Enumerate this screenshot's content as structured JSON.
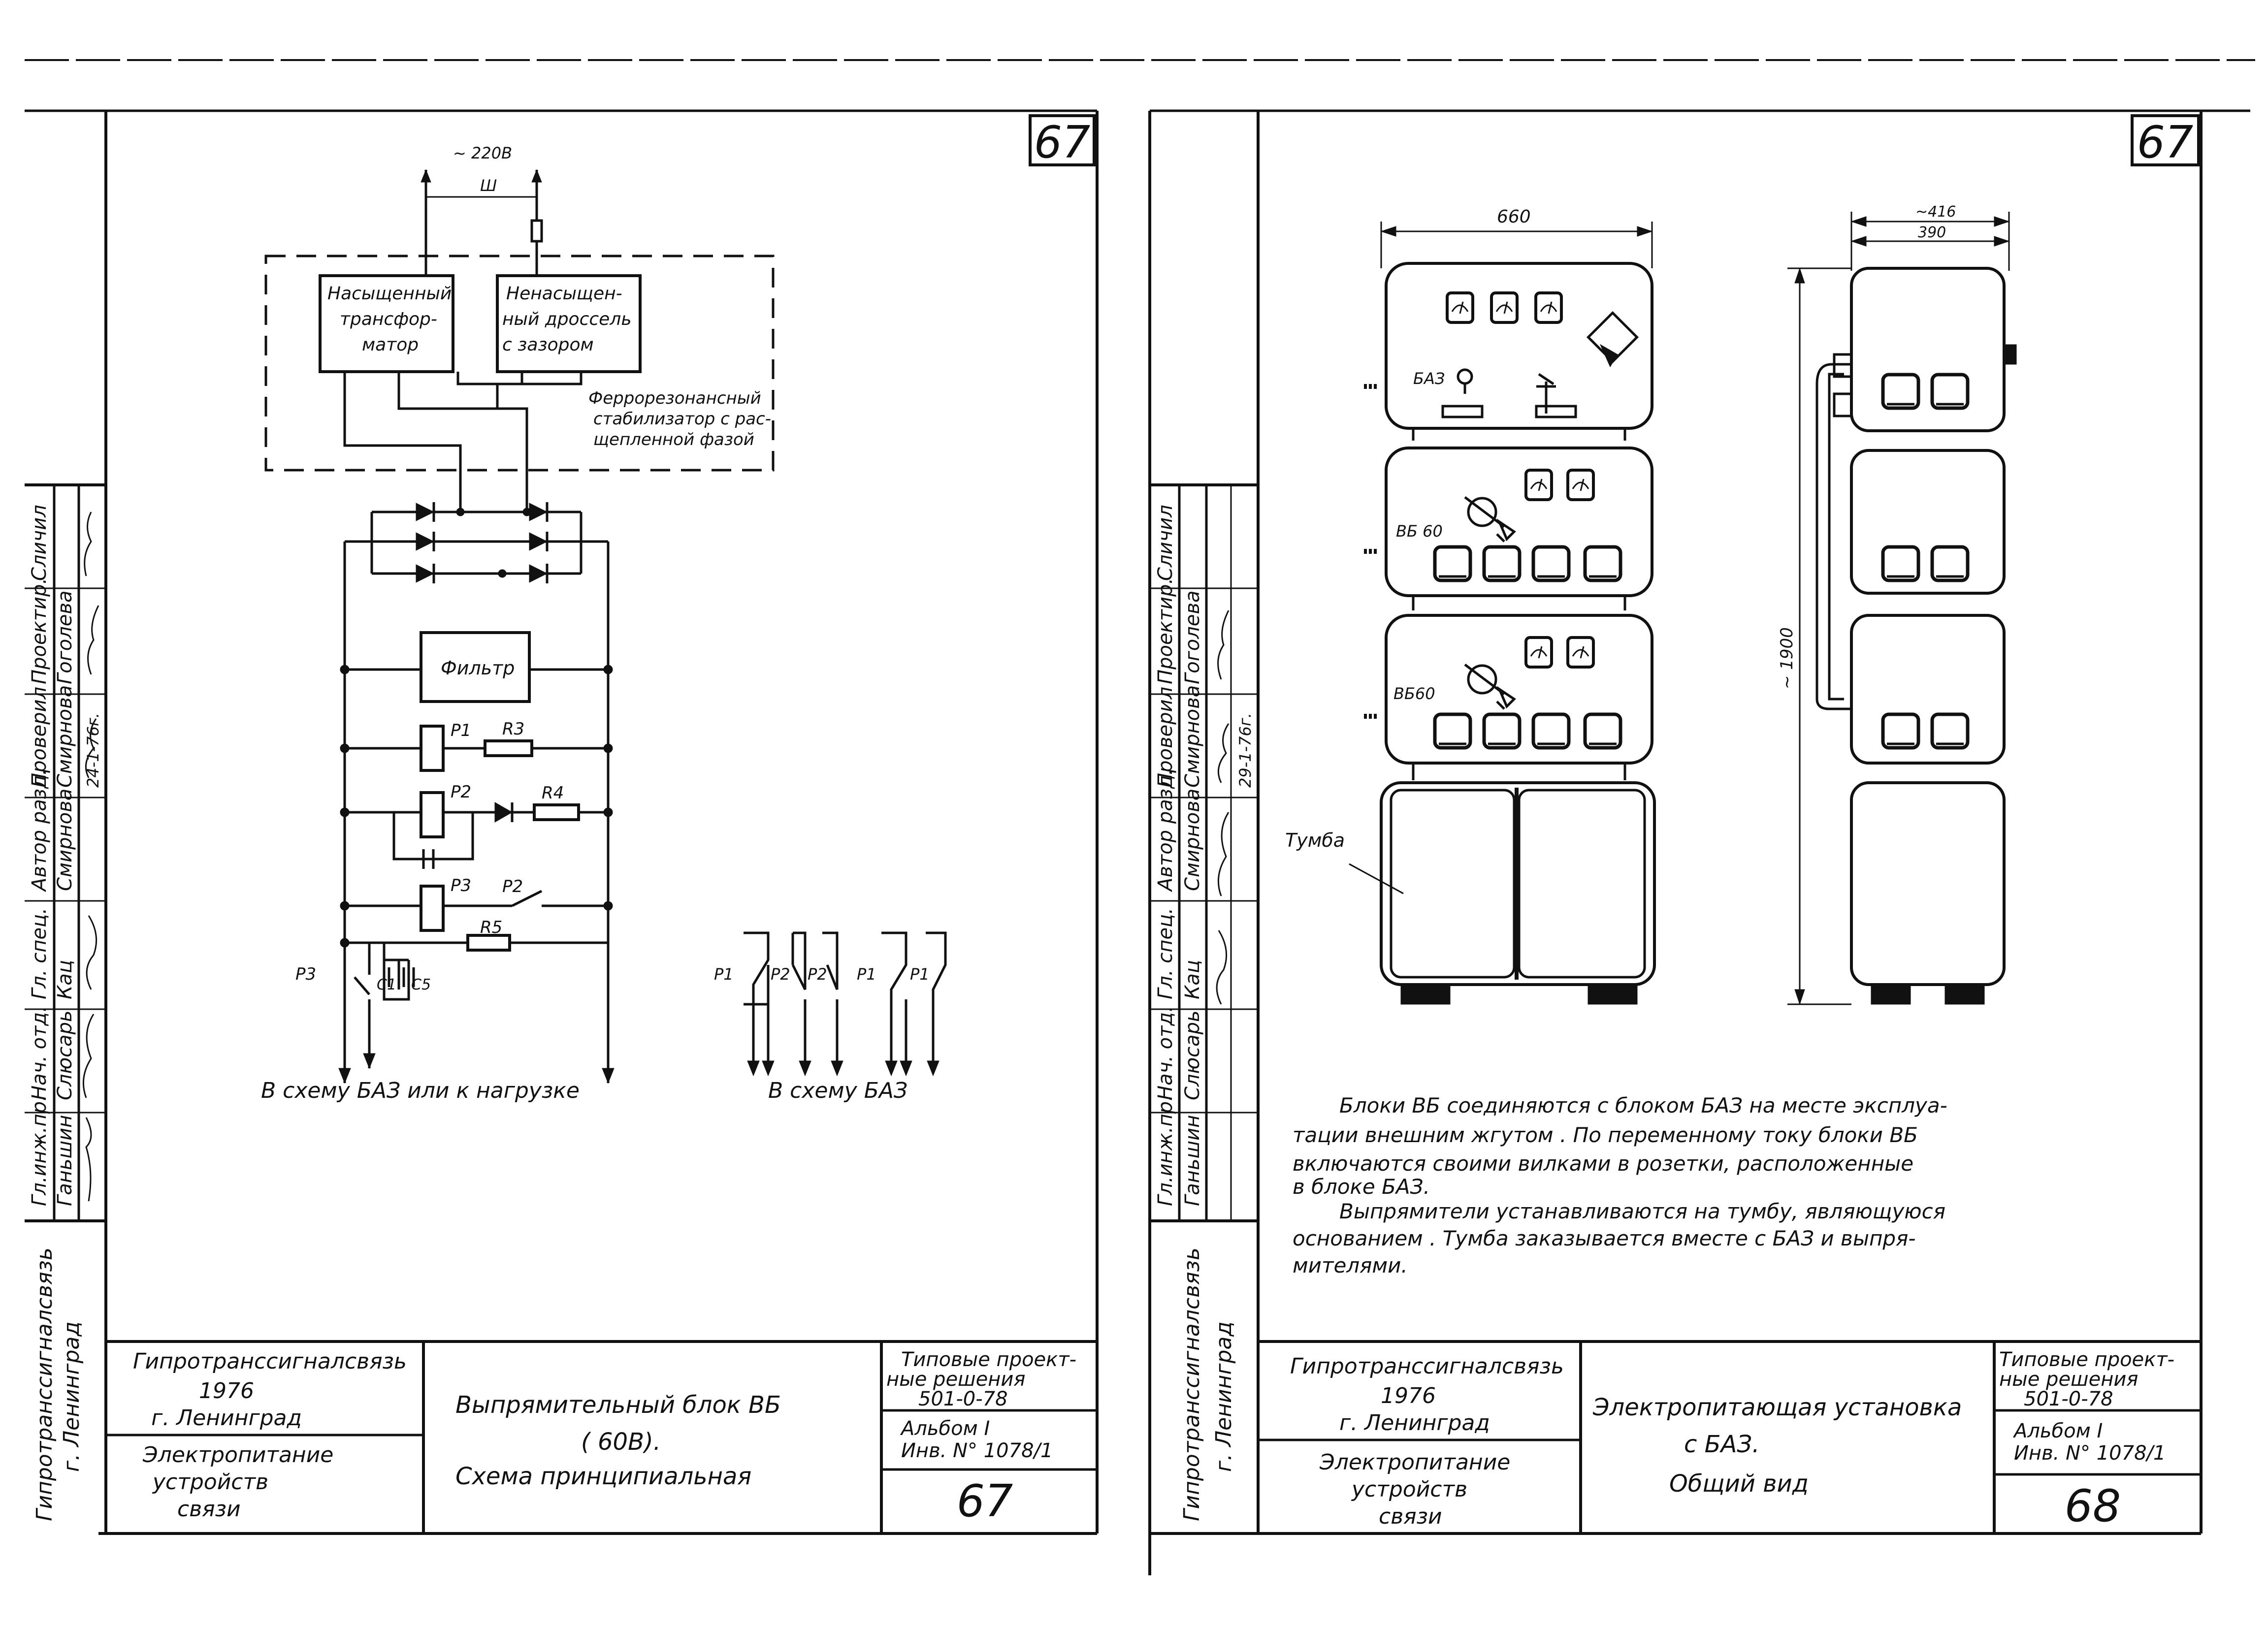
{
  "left_sheet": {
    "sheet_number": "67",
    "supply": "~ 220В",
    "plug": "Ш",
    "sat_transformer": [
      "Насыщенный",
      "трансфор-",
      "матор"
    ],
    "unsat_choke": [
      "Ненасыщен-",
      "ный дроссель",
      "с зазором"
    ],
    "stabilizer_label": [
      "Феррорезонансный",
      "стабилизатор с рас-",
      "щепленной фазой"
    ],
    "filter": "Фильтр",
    "p1": "Р1",
    "r3": "R3",
    "p2": "Р2",
    "r4": "R4",
    "p3": "Р3",
    "p2b": "Р2",
    "r5": "R5",
    "p3b": "Р3",
    "c1": "С1",
    "c5": "С5",
    "out_caption_1": "В схему БАЗ или к нагрузке",
    "contacts": [
      "Р1",
      "Р2",
      "Р2",
      "Р1",
      "Р1"
    ],
    "out_caption_2": "В схему БАЗ",
    "org": "Гипротранссигналсвязь",
    "year": "1976",
    "city": "г. Ленинград",
    "dept": [
      "Электропитание",
      "устройств",
      "связи"
    ],
    "title": [
      "Выпрямительный блок ВБ",
      "( 60В).",
      "Схема принципиальная"
    ],
    "project_label": [
      "Типовые проект-",
      "ные решения"
    ],
    "project_code": "501-0-78",
    "album": "Альбом I",
    "inv": "Инв. N° 1078/1",
    "page_num": "67",
    "side_org": "Гипротранссигналсвязь",
    "side_city": "г. Ленинград",
    "roles": [
      "Гл.инж.пр.",
      "Нач. отд.",
      "Гл. спец.",
      "Автор разд.",
      "Проверил",
      "Проектир.",
      "Сличил"
    ],
    "names": [
      "Ганьшин",
      "Слюсарь",
      "Кац",
      "Смирнова",
      "Смирнова",
      "Гоголева",
      ""
    ],
    "dates": [
      "",
      "",
      "",
      "",
      "24-1-76г.",
      "",
      ""
    ]
  },
  "right_sheet": {
    "sheet_number": "67",
    "dim_width": "660",
    "dim_depth_outer": "~416",
    "dim_depth_inner": "390",
    "dim_height": "~ 1900",
    "baz_label": "БАЗ",
    "vb1": "ВБ 60",
    "vb2": "ВБ60",
    "stand": "Тумба",
    "notes": [
      "Блоки ВБ соединяются с блоком БАЗ на месте эксплуа-",
      "тации внешним жгутом . По переменному току блоки ВБ",
      "включаются своими вилками в розетки, расположенные",
      "в блоке БАЗ.",
      "Выпрямители устанавливаются на тумбу, являющуюся",
      "основанием . Тумба заказывается вместе с БАЗ и выпря-",
      "мителями."
    ],
    "org": "Гипротранссигналсвязь",
    "year": "1976",
    "city": "г. Ленинград",
    "dept": [
      "Электропитание",
      "устройств",
      "связи"
    ],
    "title": [
      "Электропитающая установка",
      "с БАЗ.",
      "Общий вид"
    ],
    "project_label": [
      "Типовые проект-",
      "ные решения"
    ],
    "project_code": "501-0-78",
    "album": "Альбом I",
    "inv": "Инв. N° 1078/1",
    "page_num": "68",
    "side_org": "Гипротранссигналсвязь",
    "side_city": "г. Ленинград",
    "roles": [
      "Гл.инж.пр.",
      "Нач. отд.",
      "Гл. спец.",
      "Автор разд.",
      "Проверил",
      "Проектир.",
      "Сличил"
    ],
    "names": [
      "Ганьшин",
      "Слюсарь",
      "Кац",
      "Смирнова",
      "Смирнова",
      "Гоголева",
      ""
    ],
    "dates": [
      "",
      "",
      "",
      "",
      "29-1-76г.",
      "",
      ""
    ]
  }
}
